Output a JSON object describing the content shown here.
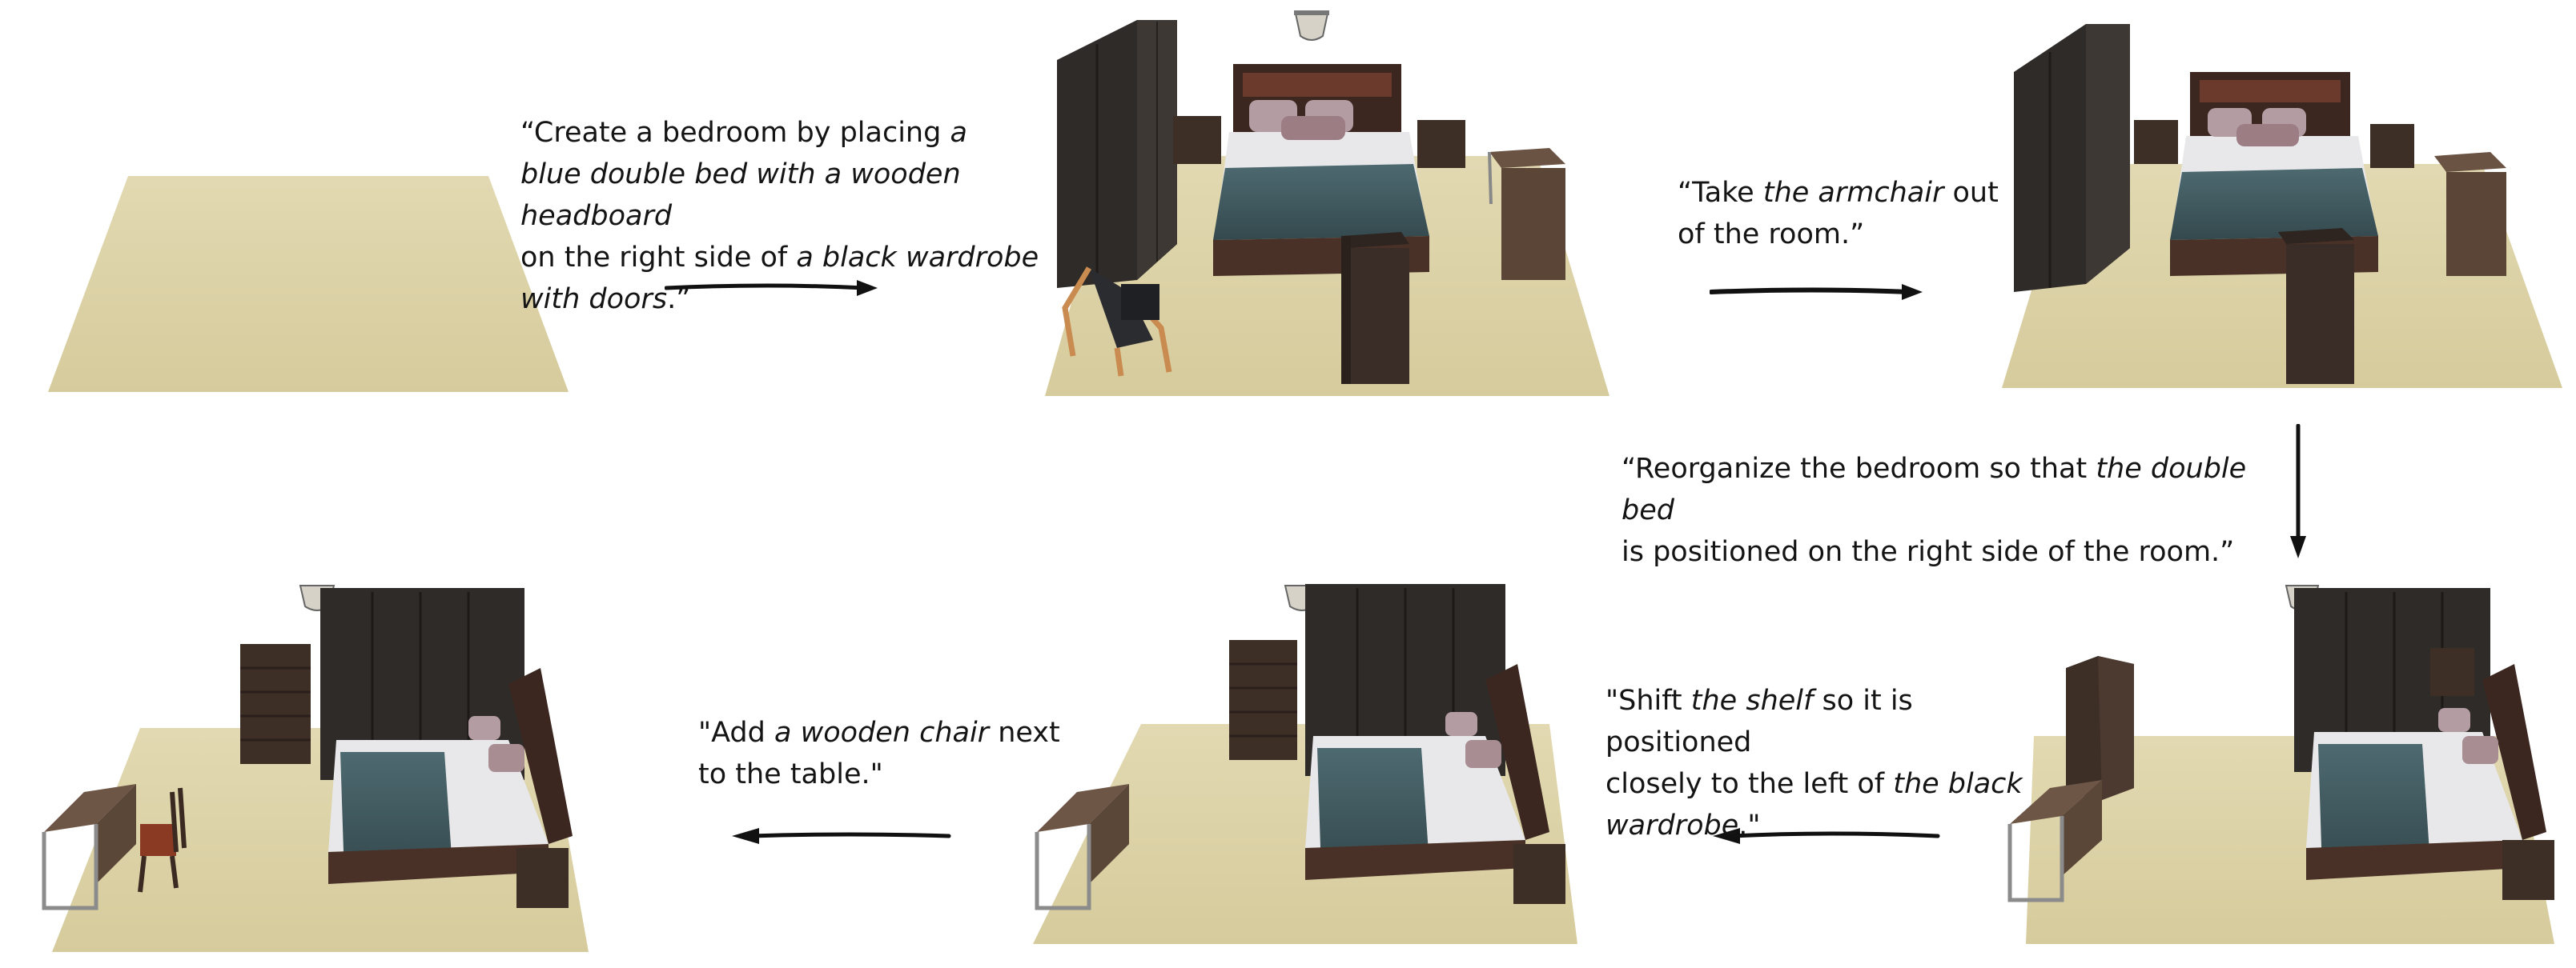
{
  "colors": {
    "floor": "#dcd2a6",
    "floor_edge": "#cfc392",
    "wardrobe": "#38332f",
    "wood_dark": "#4a352b",
    "wood_mid": "#6b5443",
    "blanket": "#3f5a5f",
    "sheet": "#e9e9ec",
    "pillow": "#a88d92",
    "chair_wood": "#c98b50",
    "chair_seat": "#2f3033",
    "desk_top": "#6d5646",
    "metal": "#8b8b8b",
    "red_chair": "#8a3a22",
    "arrow": "#111111"
  },
  "captions": {
    "c1": {
      "open": "“Create a bedroom by placing ",
      "i1": "a",
      "i2": "blue double bed with a wooden headboard",
      "t3": "on the right side of ",
      "i3": "a black wardrobe",
      "i4": "with doors",
      "close": ".”"
    },
    "c2": {
      "open": "“Take ",
      "i1": "the armchair",
      "t1": " out",
      "t2": "of the room.”"
    },
    "c3": {
      "open": "“Reorganize the bedroom so that ",
      "i1": "the double bed",
      "t2": "is positioned on the right side of the room.”"
    },
    "c4": {
      "open": "\"Shift ",
      "i1": "the shelf",
      "t1": " so it is positioned",
      "t2": "closely to the left of ",
      "i2": "the black",
      "i3": "wardrobe",
      "close": ".\""
    },
    "c5": {
      "open": "\"Add ",
      "i1": "a wooden chair",
      "t1": " next",
      "t2": "to the table.\""
    }
  },
  "icons": [
    "arrow-right-icon",
    "arrow-down-icon",
    "arrow-left-icon",
    "ceiling-lamp-icon"
  ]
}
